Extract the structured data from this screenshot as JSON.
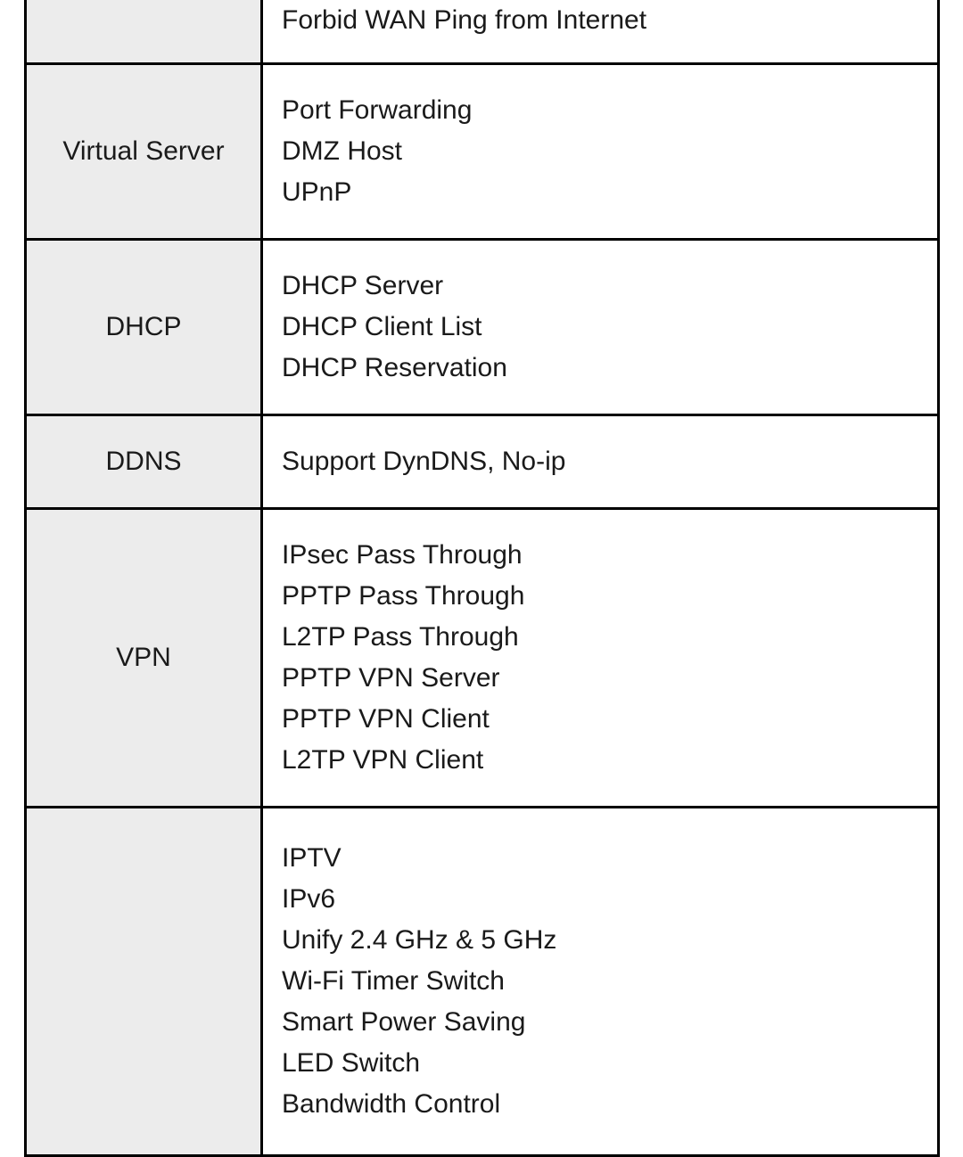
{
  "colors": {
    "background": "#ffffff",
    "label_cell_bg": "#ececec",
    "border": "#000000",
    "text": "#1a1a1a"
  },
  "table": {
    "rows": [
      {
        "label": "",
        "items": [
          "Forbid WAN Ping from Internet"
        ]
      },
      {
        "label": "Virtual Server",
        "items": [
          "Port Forwarding",
          "DMZ Host",
          "UPnP"
        ]
      },
      {
        "label": "DHCP",
        "items": [
          "DHCP Server",
          "DHCP Client List",
          "DHCP Reservation"
        ]
      },
      {
        "label": "DDNS",
        "items": [
          "Support DynDNS, No-ip"
        ]
      },
      {
        "label": "VPN",
        "items": [
          "IPsec Pass Through",
          "PPTP Pass Through",
          "L2TP Pass Through",
          "PPTP VPN Server",
          "PPTP VPN Client",
          "L2TP VPN Client"
        ]
      },
      {
        "label": "",
        "items": [
          "IPTV",
          "IPv6",
          "Unify 2.4 GHz & 5 GHz",
          "Wi-Fi Timer Switch",
          "Smart Power Saving",
          "LED Switch",
          "Bandwidth Control"
        ]
      }
    ]
  }
}
